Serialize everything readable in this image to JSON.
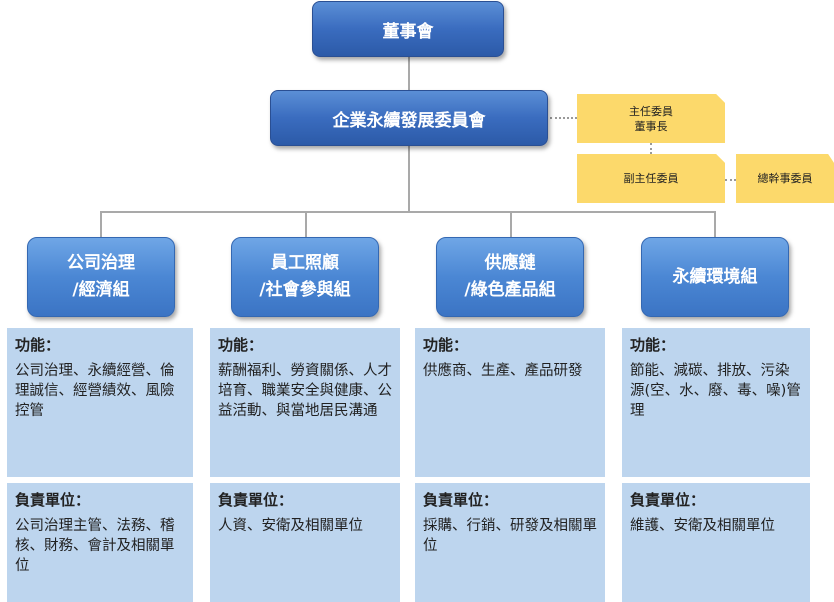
{
  "board": "董事會",
  "committee": "企業永續發展委員會",
  "roles": {
    "chair": "主任委員\n董事長",
    "vice": "副主任委員",
    "secretary": "總幹事委員"
  },
  "groups": [
    {
      "name": "公司治理\n/經濟組",
      "func_title": "功能：",
      "func": "公司治理、永續經營、倫理誠信、經營績效、風險控管",
      "unit_title": "負責單位：",
      "unit": "公司治理主管、法務、稽核、財務、會計及相關單位"
    },
    {
      "name": "員工照顧\n/社會參與組",
      "func_title": "功能：",
      "func": "薪酬福利、勞資關係、人才培育、職業安全與健康、公益活動、與當地居民溝通",
      "unit_title": "負責單位：",
      "unit": "人資、安衛及相關單位"
    },
    {
      "name": "供應鏈\n/綠色產品組",
      "func_title": "功能：",
      "func": "供應商、生產、產品研發",
      "unit_title": "負責單位：",
      "unit": "採購、行銷、研發及相關單位"
    },
    {
      "name": "永續環境組",
      "func_title": "功能：",
      "func": "節能、減碳、排放、污染源(空、水、廢、毒、噪)管理",
      "unit_title": "負責單位：",
      "unit": "維護、安衛及相關單位"
    }
  ]
}
